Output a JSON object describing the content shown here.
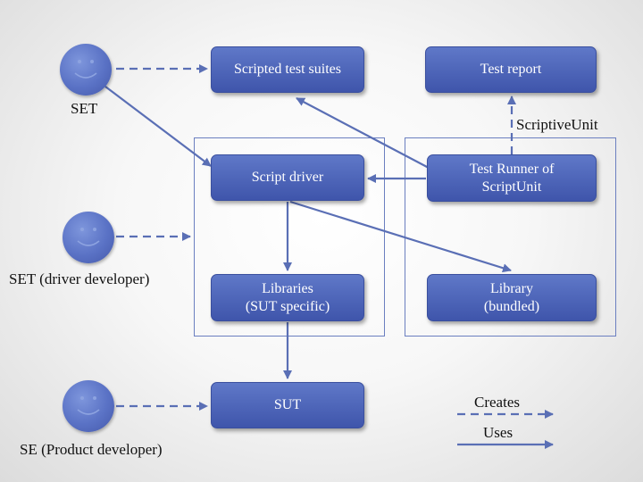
{
  "nodes": {
    "scripted_test_suites": "Scripted test suites",
    "test_report": "Test report",
    "script_driver": "Script driver",
    "test_runner": "Test Runner of\nScriptUnit",
    "libraries_sut": "Libraries\n(SUT specific)",
    "library_bundled": "Library\n(bundled)",
    "sut": "SUT"
  },
  "actors": {
    "set": "SET",
    "set_driver_dev": "SET (driver developer)",
    "se_product_dev": "SE (Product developer)"
  },
  "edge_labels": {
    "scriptive_unit": "ScriptiveUnit"
  },
  "legend": {
    "creates": "Creates",
    "uses": "Uses"
  },
  "colors": {
    "node_fill": "#4a62b8",
    "edge": "#5a6fb5",
    "frame": "#6b7fc0"
  }
}
